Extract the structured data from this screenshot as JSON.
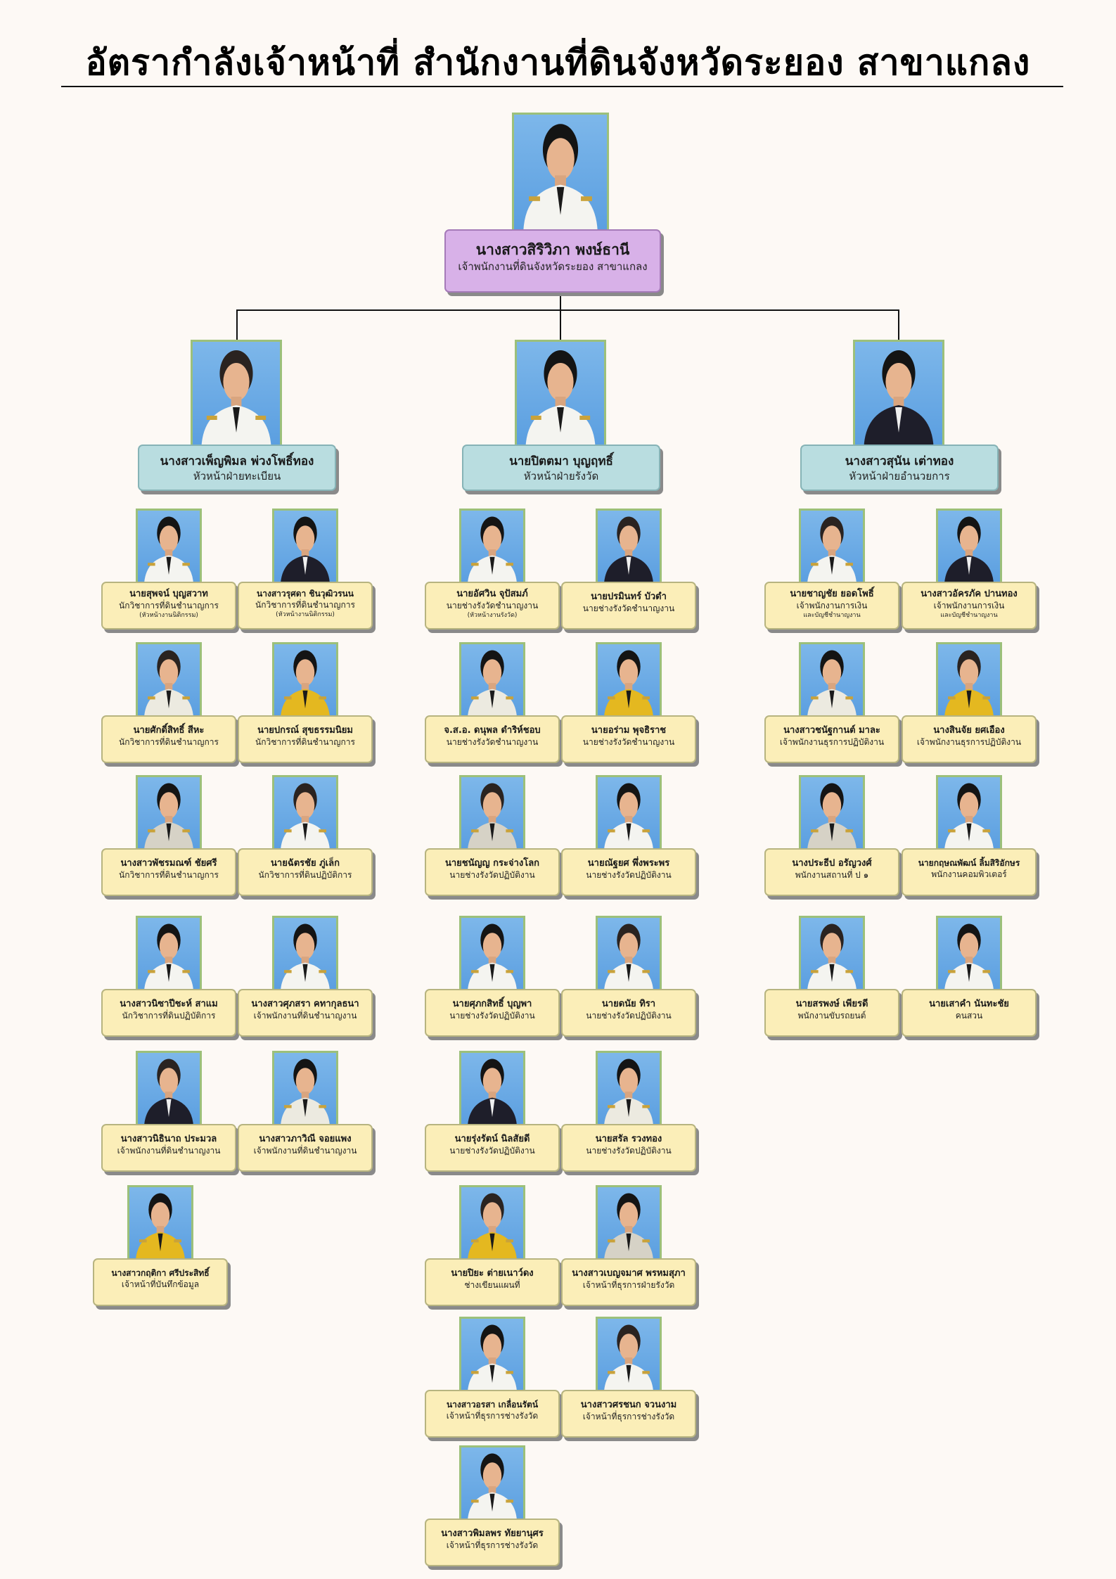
{
  "title": "อัตรากำลังเจ้าหน้าที่ สำนักงานที่ดินจังหวัดระยอง สาขาแกลง",
  "head": {
    "name": "นางสาวสิริวิภา พงษ์ธานี",
    "position": "เจ้าพนักงานที่ดินจังหวัดระยอง สาขาแกลง"
  },
  "sections": [
    {
      "manager": {
        "name": "นางสาวเพ็ญพิมล พ่วงโพธิ์ทอง",
        "position": "หัวหน้าฝ่ายทะเบียน"
      },
      "staff": [
        {
          "name": "นายสุพจน์ บุญสวาท",
          "position": "นักวิชาการที่ดินชำนาญการ",
          "note": "(หัวหน้างานนิติกรรม)"
        },
        {
          "name": "นางสาวรุศดา ชินวุฒิวรนน",
          "position": "นักวิชาการที่ดินชำนาญการ",
          "note": "(หัวหน้างานนิติกรรม)"
        },
        {
          "name": "นายศักดิ์สิทธิ์ สีหะ",
          "position": "นักวิชาการที่ดินชำนาญการ"
        },
        {
          "name": "นายปกรณ์ สุขธรรมนิยม",
          "position": "นักวิชาการที่ดินชำนาญการ"
        },
        {
          "name": "นางสาวพัชรมณฑ์ ชัยศรี",
          "position": "นักวิชาการที่ดินชำนาญการ"
        },
        {
          "name": "นายฉัตรชัย ภู่เล็ก",
          "position": "นักวิชาการที่ดินปฏิบัติการ"
        },
        {
          "name": "นางสาวนิซาปีชะห์ สาแม",
          "position": "นักวิชาการที่ดินปฏิบัติการ"
        },
        {
          "name": "นางสาวศุภสรา คทากุลธนา",
          "position": "เจ้าพนักงานที่ดินชำนาญงาน"
        },
        {
          "name": "นางสาวนิธินาถ ประมวล",
          "position": "เจ้าพนักงานที่ดินชำนาญงาน"
        },
        {
          "name": "นางสาวภาวิณี จอยแพง",
          "position": "เจ้าพนักงานที่ดินชำนาญงาน"
        },
        {
          "name": "นางสาวกฤติกา ศรีประสิทธิ์",
          "position": "เจ้าหน้าที่บันทึกข้อมูล"
        }
      ]
    },
    {
      "manager": {
        "name": "นายปิตตมา บุญฤทธิ์",
        "position": "หัวหน้าฝ่ายรังวัด"
      },
      "staff": [
        {
          "name": "นายอัศวิน จุปัสมภ์",
          "position": "นายช่างรังวัดชำนาญงาน",
          "note": "(หัวหน้างานรังวัด)"
        },
        {
          "name": "นายปรมินทร์ บัวดำ",
          "position": "นายช่างรังวัดชำนาญงาน"
        },
        {
          "name": "จ.ส.อ. ดนุพล ดำริห์ชอบ",
          "position": "นายช่างรังวัดชำนาญงาน"
        },
        {
          "name": "นายอร่าม พุจธิราช",
          "position": "นายช่างรังวัดชำนาญงาน"
        },
        {
          "name": "นายชนัญญ กระจ่างโลก",
          "position": "นายช่างรังวัดปฏิบัติงาน"
        },
        {
          "name": "นายณัฐยศ พึ่งพระพร",
          "position": "นายช่างรังวัดปฏิบัติงาน"
        },
        {
          "name": "นายศุภกสิทธิ์ บุญพา",
          "position": "นายช่างรังวัดปฏิบัติงาน"
        },
        {
          "name": "นายดนัย ทิรา",
          "position": "นายช่างรังวัดปฏิบัติงาน"
        },
        {
          "name": "นายรุ่งรัตน์ นิลสัยดี",
          "position": "นายช่างรังวัดปฏิบัติงาน"
        },
        {
          "name": "นายสรัล รวงทอง",
          "position": "นายช่างรังวัดปฏิบัติงาน"
        },
        {
          "name": "นายปิยะ ต่ายเนาว์ดง",
          "position": "ช่างเขียนแผนที่"
        },
        {
          "name": "นางสาวเบญจมาศ พรหมสุภา",
          "position": "เจ้าหน้าที่ธุรการฝ่ายรังวัด"
        },
        {
          "name": "นางสาวอรสา เกลื่อนรัตน์",
          "position": "เจ้าหน้าที่ธุรการช่างรังวัด"
        },
        {
          "name": "นางสาวศรชนก จวนงาม",
          "position": "เจ้าหน้าที่ธุรการช่างรังวัด"
        },
        {
          "name": "นางสาวพิมลพร ทัยยานุศร",
          "position": "เจ้าหน้าที่ธุรการช่างรังวัด"
        }
      ]
    },
    {
      "manager": {
        "name": "นางสาวสุนัน เต่าทอง",
        "position": "หัวหน้าฝ่ายอำนวยการ"
      },
      "staff": [
        {
          "name": "นายชาญชัย ยอดโพธิ์",
          "position": "เจ้าพนักงานการเงิน",
          "note": "และบัญชีชำนาญงาน"
        },
        {
          "name": "นางสาวอัครภัค ปานทอง",
          "position": "เจ้าพนักงานการเงิน",
          "note": "และบัญชีชำนาญงาน"
        },
        {
          "name": "นางสาวชนัฐกานต์ มาละ",
          "position": "เจ้าพนักงานธุรการปฏิบัติงาน"
        },
        {
          "name": "นางสินจัย ยศเอือง",
          "position": "เจ้าพนักงานธุรการปฏิบัติงาน"
        },
        {
          "name": "นางประธีป อรัญวงศ์",
          "position": "พนักงานสถานที่ ป ๑"
        },
        {
          "name": "นายกฤษณพัฒน์ ลิ้มสิริอักษร",
          "position": "พนักงานคอมพิวเตอร์"
        },
        {
          "name": "นายสรพงษ์ เพียรดี",
          "position": "พนักงานขับรถยนต์"
        },
        {
          "name": "นายเสาคำ นันทะชัย",
          "position": "คนสวน"
        }
      ]
    }
  ]
}
